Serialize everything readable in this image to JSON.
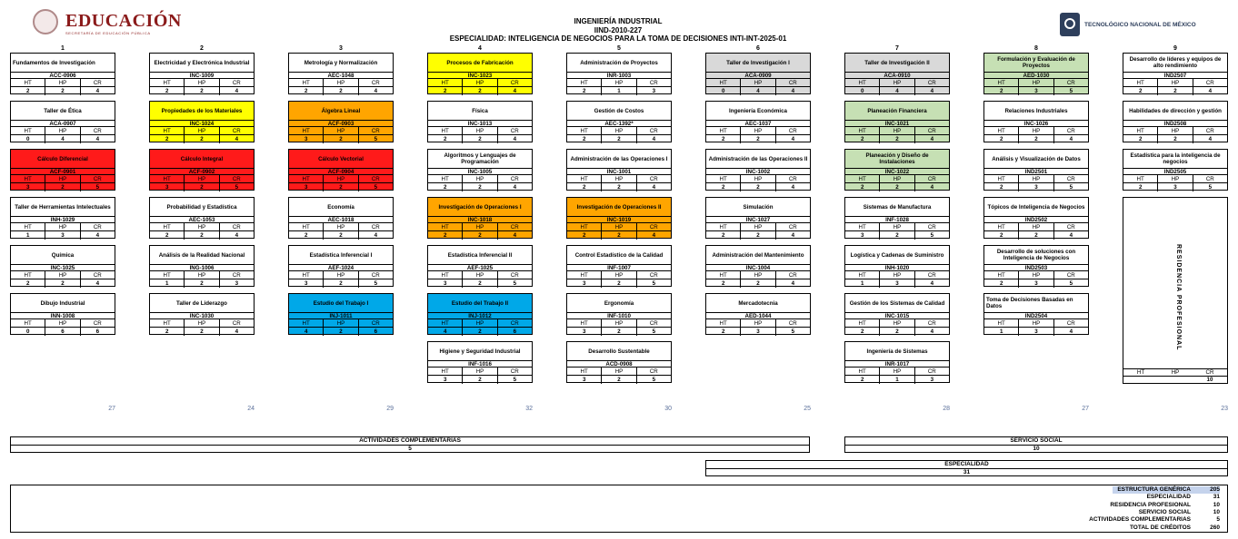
{
  "header": {
    "logo_left_word": "EDUCACIÓN",
    "logo_left_sub": "SECRETARÍA DE EDUCACIÓN PÚBLICA",
    "logo_right_text": "TECNOLÓGICO NACIONAL DE MÉXICO",
    "title": "INGENIERÍA INDUSTRIAL",
    "plan": "IIND-2010-227",
    "specialty": "ESPECIALIDAD: INTELIGENCIA DE NEGOCIOS PARA LA TOMA DE DECISIONES INTI-INT-2025-01"
  },
  "labels": {
    "ht": "HT",
    "hp": "HP",
    "cr": "CR"
  },
  "semesters": [
    {
      "number": "1",
      "credits": "27",
      "courses": [
        {
          "name": "Fundamentos de Investigación",
          "code": "ACC-0906",
          "ht": "2",
          "hp": "2",
          "cr": "4",
          "color": "#ffffff",
          "left": true
        },
        {
          "name": "Taller de Ética",
          "code": "ACA-0907",
          "ht": "0",
          "hp": "4",
          "cr": "4",
          "color": "#ffffff"
        },
        {
          "name": "Cálculo Diferencial",
          "code": "ACF-0901",
          "ht": "3",
          "hp": "2",
          "cr": "5",
          "color": "#ff1a1a"
        },
        {
          "name": "Taller de Herramientas Intelectuales",
          "code": "INH-1029",
          "ht": "1",
          "hp": "3",
          "cr": "4",
          "color": "#ffffff"
        },
        {
          "name": "Química",
          "code": "INC-1025",
          "ht": "2",
          "hp": "2",
          "cr": "4",
          "color": "#ffffff"
        },
        {
          "name": "Dibujo Industrial",
          "code": "INN-1008",
          "ht": "0",
          "hp": "6",
          "cr": "6",
          "color": "#ffffff"
        }
      ]
    },
    {
      "number": "2",
      "credits": "24",
      "courses": [
        {
          "name": "Electricidad y Electrónica Industrial",
          "code": "INC-1009",
          "ht": "2",
          "hp": "2",
          "cr": "4",
          "color": "#ffffff"
        },
        {
          "name": "Propiedades de los Materiales",
          "code": "INC-1024",
          "ht": "2",
          "hp": "2",
          "cr": "4",
          "color": "#ffff00"
        },
        {
          "name": "Cálculo Integral",
          "code": "ACF-0902",
          "ht": "3",
          "hp": "2",
          "cr": "5",
          "color": "#ff1a1a"
        },
        {
          "name": "Probabilidad y Estadística",
          "code": "AEC-1053",
          "ht": "2",
          "hp": "2",
          "cr": "4",
          "color": "#ffffff"
        },
        {
          "name": "Análisis de la Realidad Nacional",
          "code": "ING-1006",
          "ht": "1",
          "hp": "2",
          "cr": "3",
          "color": "#ffffff"
        },
        {
          "name": "Taller de Liderazgo",
          "code": "INC-1030",
          "ht": "2",
          "hp": "2",
          "cr": "4",
          "color": "#ffffff"
        }
      ]
    },
    {
      "number": "3",
      "credits": "29",
      "courses": [
        {
          "name": "Metrología y Normalización",
          "code": "AEC-1048",
          "ht": "2",
          "hp": "2",
          "cr": "4",
          "color": "#ffffff"
        },
        {
          "name": "Álgebra Lineal",
          "code": "ACF-0903",
          "ht": "3",
          "hp": "2",
          "cr": "5",
          "color": "#ffa500"
        },
        {
          "name": "Cálculo Vectorial",
          "code": "ACF-0904",
          "ht": "3",
          "hp": "2",
          "cr": "5",
          "color": "#ff1a1a"
        },
        {
          "name": "Economía",
          "code": "AEC-1018",
          "ht": "2",
          "hp": "2",
          "cr": "4",
          "color": "#ffffff"
        },
        {
          "name": "Estadística Inferencial I",
          "code": "AEF-1024",
          "ht": "3",
          "hp": "2",
          "cr": "5",
          "color": "#ffffff"
        },
        {
          "name": "Estudio del Trabajo I",
          "code": "INJ-1011",
          "ht": "4",
          "hp": "2",
          "cr": "6",
          "color": "#00a8e8"
        }
      ]
    },
    {
      "number": "4",
      "credits": "32",
      "courses": [
        {
          "name": "Procesos de Fabricación",
          "code": "INC-1023",
          "ht": "2",
          "hp": "2",
          "cr": "4",
          "color": "#ffff00"
        },
        {
          "name": "Física",
          "code": "INC-1013",
          "ht": "2",
          "hp": "2",
          "cr": "4",
          "color": "#ffffff"
        },
        {
          "name": "Algoritmos y Lenguajes de Programación",
          "code": "INC-1005",
          "ht": "2",
          "hp": "2",
          "cr": "4",
          "color": "#ffffff"
        },
        {
          "name": "Investigación de Operaciones I",
          "code": "INC-1018",
          "ht": "2",
          "hp": "2",
          "cr": "4",
          "color": "#ffa500"
        },
        {
          "name": "Estadística Inferencial II",
          "code": "AEF-1025",
          "ht": "3",
          "hp": "2",
          "cr": "5",
          "color": "#ffffff"
        },
        {
          "name": "Estudio del Trabajo II",
          "code": "INJ-1012",
          "ht": "4",
          "hp": "2",
          "cr": "6",
          "color": "#00a8e8"
        },
        {
          "name": "Higiene y Seguridad Industrial",
          "code": "INF-1016",
          "ht": "3",
          "hp": "2",
          "cr": "5",
          "color": "#ffffff"
        }
      ]
    },
    {
      "number": "5",
      "credits": "30",
      "courses": [
        {
          "name": "Administración de Proyectos",
          "code": "INR-1003",
          "ht": "2",
          "hp": "1",
          "cr": "3",
          "color": "#ffffff"
        },
        {
          "name": "Gestión de Costos",
          "code": "AEC-1392*",
          "ht": "2",
          "hp": "2",
          "cr": "4",
          "color": "#ffffff"
        },
        {
          "name": "Administración de las Operaciones I",
          "code": "INC-1001",
          "ht": "2",
          "hp": "2",
          "cr": "4",
          "color": "#ffffff"
        },
        {
          "name": "Investigación de Operaciones II",
          "code": "INC-1019",
          "ht": "2",
          "hp": "2",
          "cr": "4",
          "color": "#ffa500"
        },
        {
          "name": "Control Estadístico de la Calidad",
          "code": "INF-1007",
          "ht": "3",
          "hp": "2",
          "cr": "5",
          "color": "#ffffff"
        },
        {
          "name": "Ergonomía",
          "code": "INF-1010",
          "ht": "3",
          "hp": "2",
          "cr": "5",
          "color": "#ffffff"
        },
        {
          "name": "Desarrollo Sustentable",
          "code": "ACD-0908",
          "ht": "3",
          "hp": "2",
          "cr": "5",
          "color": "#ffffff"
        }
      ]
    },
    {
      "number": "6",
      "credits": "25",
      "courses": [
        {
          "name": "Taller de Investigación I",
          "code": "ACA-0909",
          "ht": "0",
          "hp": "4",
          "cr": "4",
          "color": "#d9d9d9"
        },
        {
          "name": "Ingeniería Económica",
          "code": "AEC-1037",
          "ht": "2",
          "hp": "2",
          "cr": "4",
          "color": "#ffffff"
        },
        {
          "name": "Administración de las Operaciones II",
          "code": "INC-1002",
          "ht": "2",
          "hp": "2",
          "cr": "4",
          "color": "#ffffff"
        },
        {
          "name": "Simulación",
          "code": "INC-1027",
          "ht": "2",
          "hp": "2",
          "cr": "4",
          "color": "#ffffff"
        },
        {
          "name": "Administración del Mantenimiento",
          "code": "INC-1004",
          "ht": "2",
          "hp": "2",
          "cr": "4",
          "color": "#ffffff"
        },
        {
          "name": "Mercadotecnia",
          "code": "AED-1044",
          "ht": "2",
          "hp": "3",
          "cr": "5",
          "color": "#ffffff"
        }
      ]
    },
    {
      "number": "7",
      "credits": "28",
      "courses": [
        {
          "name": "Taller de Investigación II",
          "code": "ACA-0910",
          "ht": "0",
          "hp": "4",
          "cr": "4",
          "color": "#d9d9d9"
        },
        {
          "name": "Planeación Financiera",
          "code": "INC-1021",
          "ht": "2",
          "hp": "2",
          "cr": "4",
          "color": "#c6e0b4"
        },
        {
          "name": "Planeación y Diseño de Instalaciones",
          "code": "INC-1022",
          "ht": "2",
          "hp": "2",
          "cr": "4",
          "color": "#c6e0b4"
        },
        {
          "name": "Sistemas de Manufactura",
          "code": "INF-1028",
          "ht": "3",
          "hp": "2",
          "cr": "5",
          "color": "#ffffff"
        },
        {
          "name": "Logística y Cadenas de Suministro",
          "code": "INH-1020",
          "ht": "1",
          "hp": "3",
          "cr": "4",
          "color": "#ffffff"
        },
        {
          "name": "Gestión de los Sistemas de Calidad",
          "code": "INC-1015",
          "ht": "2",
          "hp": "2",
          "cr": "4",
          "color": "#ffffff"
        },
        {
          "name": "Ingeniería de Sistemas",
          "code": "INR-1017",
          "ht": "2",
          "hp": "1",
          "cr": "3",
          "color": "#ffffff"
        }
      ]
    },
    {
      "number": "8",
      "credits": "27",
      "courses": [
        {
          "name": "Formulación y Evaluación de Proyectos",
          "code": "AED-1030",
          "ht": "2",
          "hp": "3",
          "cr": "5",
          "color": "#c6e0b4"
        },
        {
          "name": "Relaciones Industriales",
          "code": "INC-1026",
          "ht": "2",
          "hp": "2",
          "cr": "4",
          "color": "#ffffff"
        },
        {
          "name": "Análisis y Visualización de Datos",
          "code": "IND2501",
          "ht": "2",
          "hp": "3",
          "cr": "5",
          "color": "#ffffff"
        },
        {
          "name": "Tópicos de Inteligencia de Negocios",
          "code": "IND2502",
          "ht": "2",
          "hp": "2",
          "cr": "4",
          "color": "#ffffff"
        },
        {
          "name": "Desarrollo de soluciones con Inteligencia de Negocios",
          "code": "IND2503",
          "ht": "2",
          "hp": "3",
          "cr": "5",
          "color": "#ffffff"
        },
        {
          "name": "Toma de Decisiones Basadas en Datos",
          "code": "IND2504",
          "ht": "1",
          "hp": "3",
          "cr": "4",
          "color": "#ffffff",
          "left": true
        }
      ]
    },
    {
      "number": "9",
      "credits": "23",
      "courses": [
        {
          "name": "Desarrollo de líderes y equipos de alto rendimiento",
          "code": "IND2507",
          "ht": "2",
          "hp": "2",
          "cr": "4",
          "color": "#ffffff"
        },
        {
          "name": "Habilidades de dirección y gestión",
          "code": "IND2508",
          "ht": "2",
          "hp": "2",
          "cr": "4",
          "color": "#ffffff"
        },
        {
          "name": "Estadística para la inteligencia de negocios",
          "code": "IND2505",
          "ht": "2",
          "hp": "3",
          "cr": "5",
          "color": "#ffffff"
        }
      ],
      "residencia": {
        "label": "RESIDENCIA PROFESIONAL",
        "ht": "HT",
        "hp": "HP",
        "cr": "CR",
        "value": "10"
      }
    }
  ],
  "actividades": {
    "label": "ACTIVIDADES COMPLEMENTARIAS",
    "value": "5"
  },
  "servicio": {
    "label": "SERVICIO SOCIAL",
    "value": "10"
  },
  "especialidad": {
    "label": "ESPECIALIDAD",
    "value": "31"
  },
  "summary": [
    {
      "label": "ESTRUCTURA GENÉRICA",
      "value": "205"
    },
    {
      "label": "ESPECIALIDAD",
      "value": "31"
    },
    {
      "label": "RESIDENCIA PROFESIONAL",
      "value": "10"
    },
    {
      "label": "SERVICIO SOCIAL",
      "value": "10"
    },
    {
      "label": "ACTIVIDADES COMPLEMENTARIAS",
      "value": "5"
    },
    {
      "label": "TOTAL DE CRÉDITOS",
      "value": "260"
    }
  ]
}
